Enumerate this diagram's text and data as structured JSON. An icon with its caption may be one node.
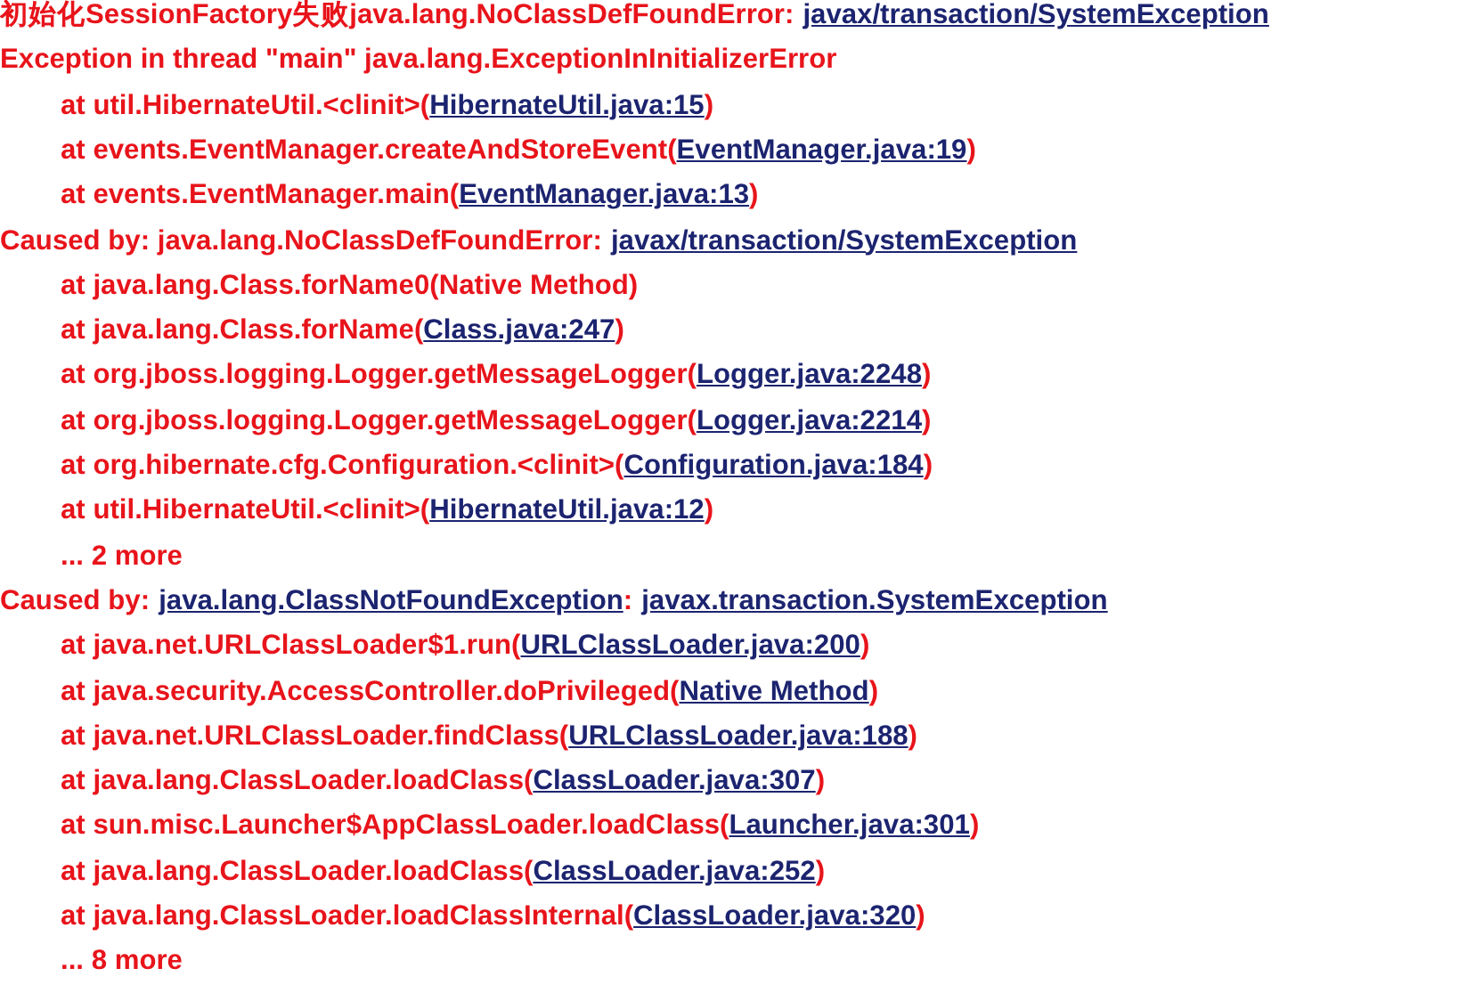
{
  "diagram": {
    "labels": [
      "初始化SessionFactory失败java.lang.NoClassDefFoundError:",
      "javax/transaction/SystemException",
      "Exception in thread \"main\" java.lang.ExceptionInInitializerError",
      "at util.HibernateUtil.<clinit>(",
      "HibernateUtil.java:15",
      ")",
      "at events.EventManager.createAndStoreEvent(",
      "EventManager.java:19",
      ")",
      "at events.EventManager.main(",
      "EventManager.java:13",
      ")",
      "Caused by: java.lang.NoClassDefFoundError:",
      "javax/transaction/SystemException",
      "at java.lang.Class.forName0(Native Method)",
      "at java.lang.Class.forName(",
      "Class.java:247",
      ")",
      "at org.jboss.logging.Logger.getMessageLogger(",
      "Logger.java:2248",
      ")",
      "at org.jboss.logging.Logger.getMessageLogger(",
      "Logger.java:2214",
      ")",
      "at org.hibernate.cfg.Configuration.<clinit>(",
      "Configuration.java:184",
      ")",
      "at util.HibernateUtil.<clinit>(",
      "HibernateUtil.java:12",
      ")",
      "... 2 more",
      "Caused by:",
      "java.lang.ClassNotFoundException",
      ":",
      "javax.transaction.SystemException",
      "at java.net.URLClassLoader$1.run(",
      "URLClassLoader.java:200",
      ")",
      "at java.security.AccessController.doPrivileged(",
      "Native Method",
      ")",
      "at java.net.URLClassLoader.findClass(",
      "URLClassLoader.java:188",
      ")",
      "at java.lang.ClassLoader.loadClass(",
      "ClassLoader.java:307",
      ")",
      "at sun.misc.Launcher$AppClassLoader.loadClass(",
      "Launcher.java:301",
      ")",
      "at java.lang.ClassLoader.loadClass(",
      "ClassLoader.java:252",
      ")",
      "at java.lang.ClassLoader.loadClassInternal(",
      "ClassLoader.java:320",
      ")",
      "... 8 more"
    ]
  }
}
